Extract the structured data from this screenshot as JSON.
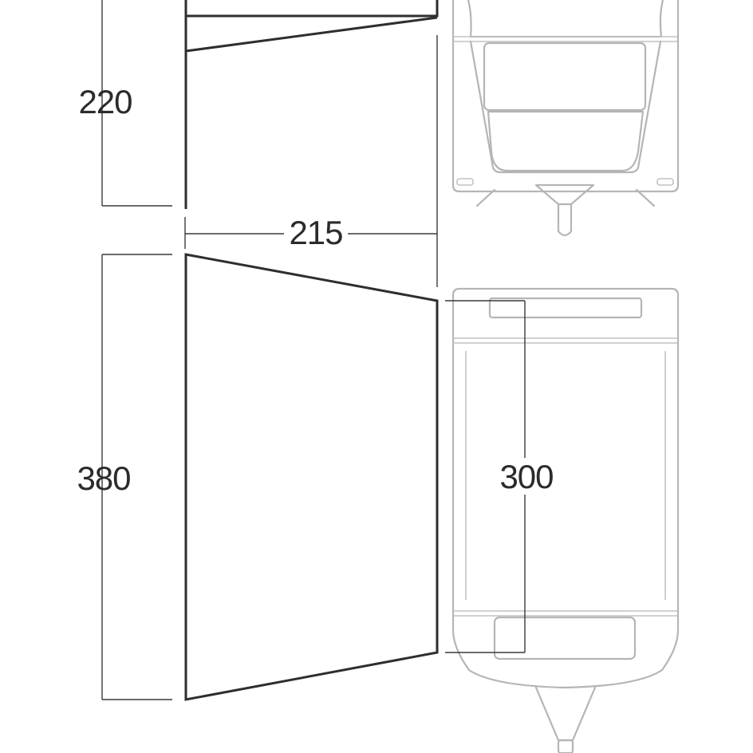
{
  "diagram": {
    "dimensions": {
      "side_height": "220",
      "depth": "215",
      "front_width": "380",
      "caravan_fit": "300"
    }
  }
}
